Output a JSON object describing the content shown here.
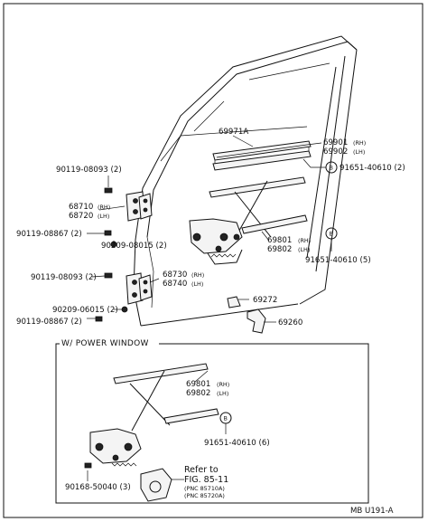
{
  "labels": {
    "glass_channel": "69971A",
    "run_rh": "69901",
    "run_rh_tag": "(RH)",
    "run_lh": "69902",
    "run_lh_tag": "(LH)",
    "bolt_upper": "90119-08093 (2)",
    "nut_b_upper": "91651-40610 (2)",
    "hinge_upper_rh": "68710",
    "hinge_upper_rh_tag": "(RH)",
    "hinge_upper_lh": "68720",
    "hinge_upper_lh_tag": "(LH)",
    "bolt_upper2": "90119-08867 (2)",
    "washer_upper": "90209-08015 (2)",
    "regulator_rh": "69801",
    "regulator_rh_tag": "(RH)",
    "regulator_lh": "69802",
    "regulator_lh_tag": "(LH)",
    "nut_b_lower": "91651-40610 (5)",
    "bolt_lower": "90119-08093 (2)",
    "hinge_lower_rh": "68730",
    "hinge_lower_rh_tag": "(RH)",
    "hinge_lower_lh": "68740",
    "hinge_lower_lh_tag": "(LH)",
    "handle_base": "69272",
    "washer_lower": "90209-06015 (2)",
    "bolt_lower2": "90119-08867 (2)",
    "check": "69260",
    "inset_title": "W/ POWER WINDOW",
    "inset_reg_rh": "69801",
    "inset_reg_rh_tag": "(RH)",
    "inset_reg_lh": "69802",
    "inset_reg_lh_tag": "(LH)",
    "inset_nut": "91651-40610 (6)",
    "inset_ref1": "Refer to",
    "inset_ref2": "FIG. 85-11",
    "inset_ref3": "(PNC 85710A)",
    "inset_ref4": "(PNC 85720A)",
    "inset_bolt": "90168-50040 (3)",
    "figure_code": "MB  U191-A",
    "b_marker": "B"
  },
  "colors": {
    "ink": "#111111",
    "paper": "#ffffff"
  }
}
